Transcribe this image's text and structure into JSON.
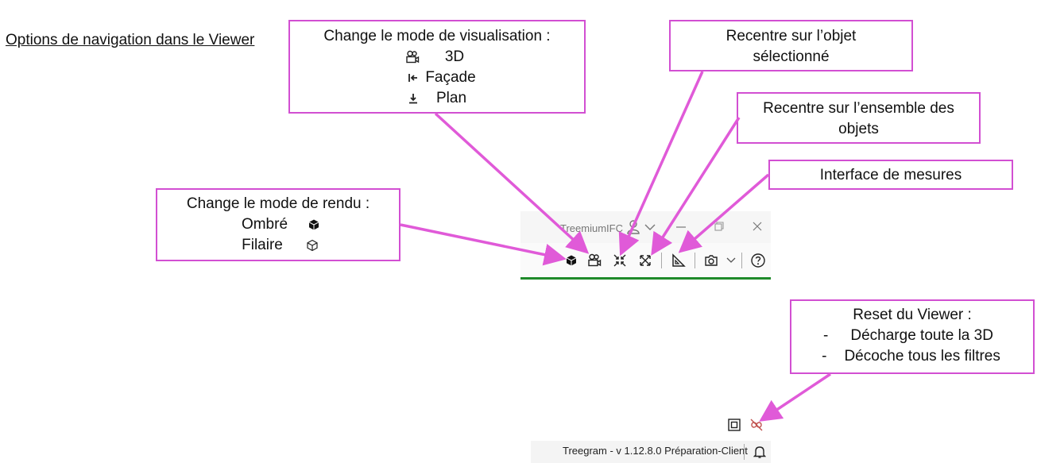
{
  "heading": "Options de navigation dans le Viewer",
  "boxes": {
    "visualisation": {
      "title": "Change le mode de visualisation :",
      "items": [
        "3D",
        "Façade",
        "Plan"
      ]
    },
    "rendu": {
      "title": "Change le mode de rendu :",
      "items": [
        "Ombré",
        "Filaire"
      ]
    },
    "recentre_objet": {
      "line1": "Recentre sur l’objet",
      "line2": "sélectionné"
    },
    "recentre_ensemble": {
      "line1": "Recentre sur l’ensemble des",
      "line2": "objets"
    },
    "mesures": {
      "title": "Interface de mesures"
    },
    "reset": {
      "title": "Reset du Viewer :",
      "items": [
        "Décharge toute la 3D",
        "Décoche tous les filtres"
      ],
      "bullet": "-"
    }
  },
  "window": {
    "app_name": "TreemiumIFC"
  },
  "status": {
    "version_text": "Treegram - v 1.12.8.0 Préparation-Client"
  },
  "colors": {
    "callout_border": "#d24fd2",
    "arrow": "#e05ad8",
    "accent_line": "#1f8a2a"
  }
}
